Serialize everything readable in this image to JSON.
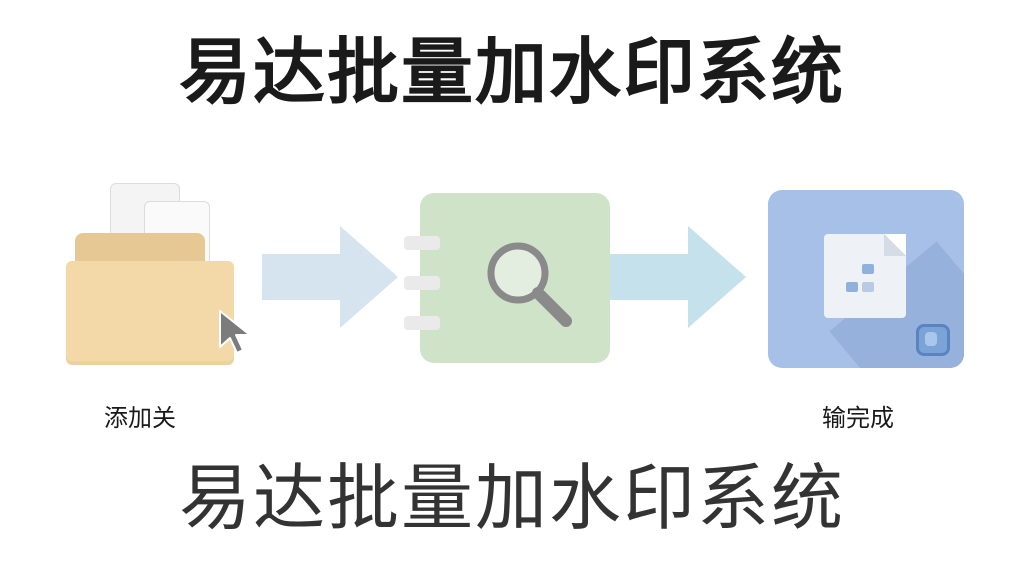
{
  "title_top": "易达批量加水印系统",
  "title_bottom": "易达批量加水印系统",
  "steps": [
    {
      "label": "添加关",
      "icon": "folder-icon"
    },
    {
      "label": "",
      "icon": "search-icon"
    },
    {
      "label": "输完成",
      "icon": "document-icon"
    }
  ],
  "colors": {
    "folder": "#f3d9a8",
    "search_panel": "#cfe3c8",
    "output_panel": "#a7c0e7",
    "arrow_1": "#d6e4f0",
    "arrow_2": "#c5e1ec"
  }
}
